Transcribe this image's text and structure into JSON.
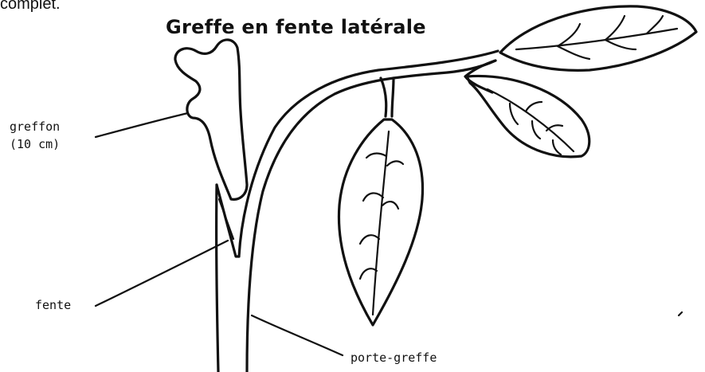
{
  "page": {
    "top_fragment": "complet.",
    "title": "Greffe en fente latérale"
  },
  "labels": {
    "greffon_line1": "greffon",
    "greffon_line2": "(10 cm)",
    "fente": "fente",
    "porte_greffe": "porte-greffe"
  },
  "colors": {
    "ink": "#111111",
    "background": "#ffffff"
  }
}
